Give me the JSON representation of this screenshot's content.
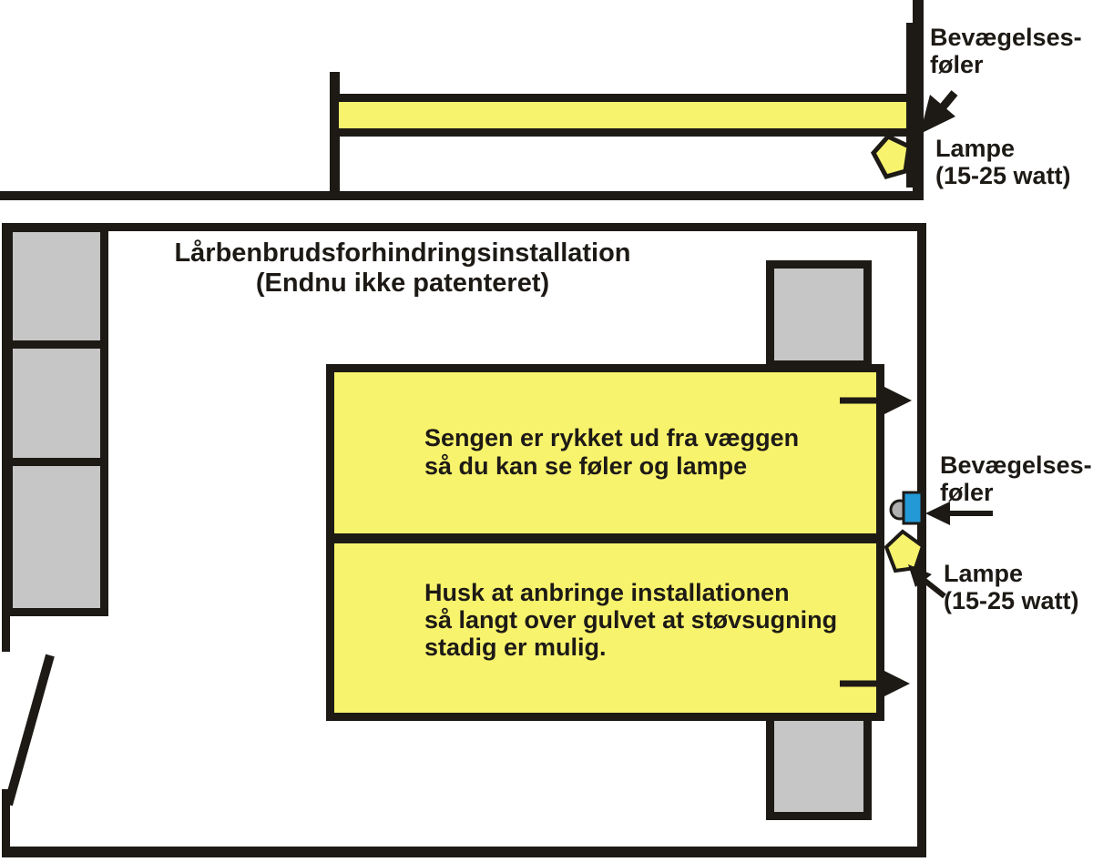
{
  "colors": {
    "black": "#1d1a16",
    "bed_yellow": "#f8f36c",
    "furniture_gray": "#c6c6c6",
    "sensor_knob_gray": "#b0b0b0",
    "sensor_blue": "#2399d6",
    "background": "#ffffff"
  },
  "title": {
    "line1": "Lårbenbrudsforhindringsinstallation",
    "line2": "(Endnu ikke patenteret)"
  },
  "side_view": {
    "sensor_label": {
      "line1": "Bevægelses-",
      "line2": "føler"
    },
    "lamp_label": {
      "line1": "Lampe",
      "line2": "(15-25 watt)"
    }
  },
  "plan_view": {
    "bed_note_top": {
      "line1": "Sengen er rykket ud fra væggen",
      "line2": "så du kan se føler og lampe"
    },
    "bed_note_bottom": {
      "line1": "Husk at anbringe installationen",
      "line2": "så langt over gulvet at støvsugning",
      "line3": "stadig er mulig."
    },
    "sensor_label": {
      "line1": "Bevægelses-",
      "line2": "føler"
    },
    "lamp_label": {
      "line1": "Lampe",
      "line2": "(15-25 watt)"
    }
  }
}
